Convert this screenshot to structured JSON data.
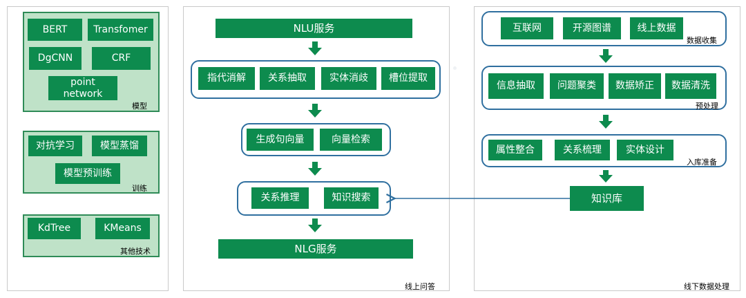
{
  "colors": {
    "box_green": "#0d8b4e",
    "group_fill": "#bfe2c8",
    "group_border": "#2e8b57",
    "rounded_border": "#2f6f9f"
  },
  "left_panel": {
    "models": {
      "label": "模型",
      "items": [
        "BERT",
        "Transfomer",
        "DgCNN",
        "CRF",
        "point network"
      ]
    },
    "training": {
      "label": "训练",
      "items": [
        "对抗学习",
        "模型蒸馏",
        "模型预训练"
      ]
    },
    "other": {
      "label": "其他技术",
      "items": [
        "KdTree",
        "KMeans"
      ]
    }
  },
  "online_panel": {
    "label": "线上问答",
    "nlu": "NLU服务",
    "understanding": [
      "指代消解",
      "关系抽取",
      "实体消歧",
      "槽位提取"
    ],
    "vectors": [
      "生成句向量",
      "向量检索"
    ],
    "reasoning": [
      "关系推理",
      "知识搜索"
    ],
    "nlg": "NLG服务"
  },
  "offline_panel": {
    "label": "线下数据处理",
    "collection": {
      "label": "数据收集",
      "items": [
        "互联网",
        "开源图谱",
        "线上数据"
      ]
    },
    "preprocess": {
      "label": "预处理",
      "items": [
        "信息抽取",
        "问题聚类",
        "数据矫正",
        "数据清洗"
      ]
    },
    "storage_prep": {
      "label": "入库准备",
      "items": [
        "属性整合",
        "关系梳理",
        "实体设计"
      ]
    },
    "kb": "知识库"
  }
}
